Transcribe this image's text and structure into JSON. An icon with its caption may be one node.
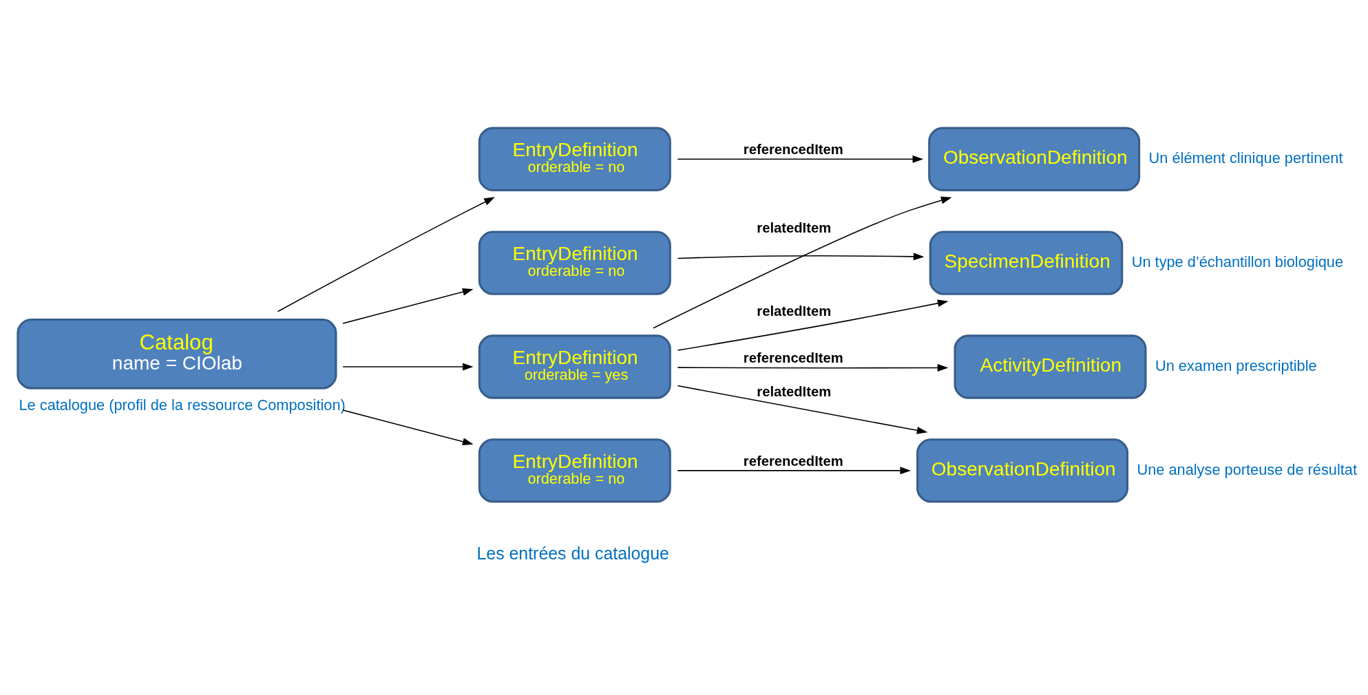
{
  "diagram": {
    "nodes": [
      {
        "text": [
          "Catalog",
          "name = CIOlab"
        ],
        "beside": [
          "Le catalogue (profil de la ressource Composition)"
        ]
      },
      {
        "text": [
          "EntryDefinition",
          "orderable = yes"
        ]
      },
      {
        "text": [
          "EntryDefinition",
          "orderable = no"
        ]
      },
      {
        "text": [
          "EntryDefinition",
          "orderable = no"
        ]
      },
      {
        "text": [
          "EntryDefinition",
          "orderable = no"
        ]
      },
      {
        "text": [
          "ActivityDefinition"
        ],
        "beside": [
          "Un examen prescriptible"
        ]
      },
      {
        "text": [
          "SpecimenDefinition"
        ],
        "beside": [
          "Un type d’échantillon biologique"
        ]
      },
      {
        "text": [
          "ObservationDefinition"
        ],
        "beside": [
          "Un élément clinique pertinent"
        ]
      },
      {
        "text": [
          "ObservationDefinition"
        ],
        "beside": [
          "Une analyse porteuse de résultat"
        ]
      }
    ],
    "edges": [
      {
        "from": 0,
        "to": 1,
        "arrow": "to"
      },
      {
        "from": 0,
        "to": 2,
        "arrow": "to"
      },
      {
        "from": 0,
        "to": 3,
        "arrow": "to"
      },
      {
        "from": 0,
        "to": 4,
        "arrow": "to"
      },
      {
        "from": 1,
        "to": 5,
        "arrow": "to",
        "label": "referencedItem"
      },
      {
        "from": 1,
        "to": 6,
        "arrow": "to",
        "label": "relatedItem"
      },
      {
        "from": 1,
        "to": 7,
        "arrow": "to",
        "label": "relatedItem"
      },
      {
        "from": 1,
        "to": 8,
        "arrow": "to",
        "label": "relatedItem"
      },
      {
        "from": 2,
        "to": 6,
        "arrow": "to"
      },
      {
        "from": 3,
        "to": 7,
        "arrow": "to",
        "label": "referencedItem"
      },
      {
        "from": 4,
        "to": 8,
        "arrow": "to",
        "label": "referencedItem"
      }
    ],
    "labels": [
      "Les entrées du catalogue"
    ]
  }
}
